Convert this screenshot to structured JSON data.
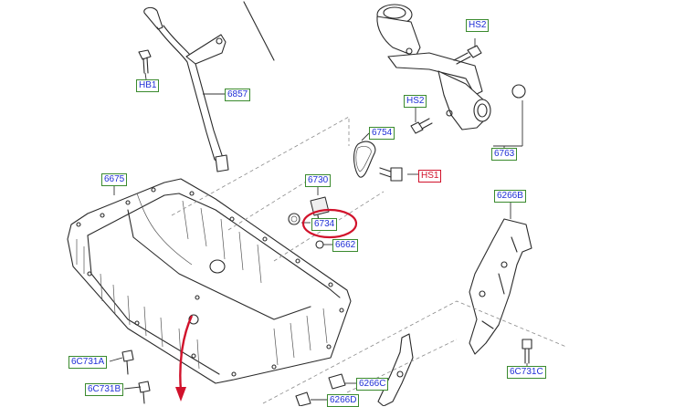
{
  "callouts": {
    "hb1": "HB1",
    "p6857": "6857",
    "hs2_top": "HS2",
    "hs2_mid": "HS2",
    "p6754": "6754",
    "hs1": "HS1",
    "p6763": "6763",
    "p6675": "6675",
    "p6730": "6730",
    "p6734": "6734",
    "p6662": "6662",
    "p6266b": "6266B",
    "p6c731a": "6C731A",
    "p6c731b": "6C731B",
    "p6266c": "6266C",
    "p6266d": "6266D",
    "p6c731c": "6C731C"
  },
  "colors": {
    "label_text": "#1f2fd6",
    "label_border": "#3a8a2e",
    "highlight": "#d1122b"
  }
}
